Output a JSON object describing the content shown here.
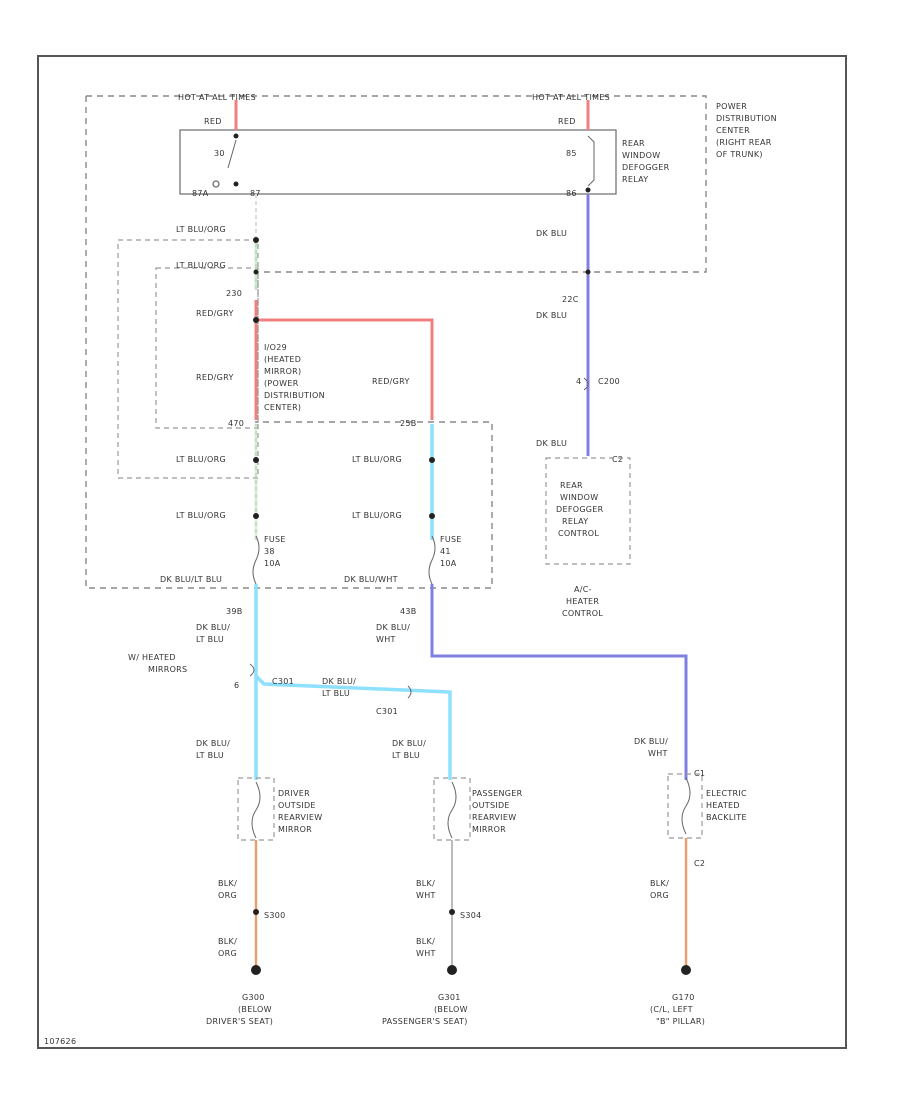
{
  "power_labels": {
    "left_hot": "HOT AT ALL TIMES",
    "right_hot": "HOT AT ALL TIMES",
    "pdc_title": [
      "POWER",
      "DISTRIBUTION",
      "CENTER",
      "(RIGHT REAR",
      "OF TRUNK)"
    ]
  },
  "relay": {
    "left_red": "RED",
    "right_red": "RED",
    "left_pin_top": "30",
    "left_pin_bottom": "87A",
    "left_pin_bottom2": "87",
    "right_pin_top": "85",
    "right_pin_bottom": "86",
    "name": [
      "REAR",
      "WINDOW",
      "DEFOGGER",
      "RELAY"
    ]
  },
  "left_wires": {
    "lt_blu_org_1": "LT BLU/ORG",
    "lt_blu_org_2": "LT BLU/ORG",
    "c_230": "230",
    "red_gry_1": "RED/GRY",
    "red_gry_2": "RED/GRY",
    "red_gry_3": "RED/GRY",
    "pdc_sub": [
      "I/O29",
      "(HEATED",
      "MIRROR)",
      "(POWER",
      "DISTRIBUTION",
      "CENTER)"
    ],
    "pin_470": "470",
    "pin_25b": "25B",
    "lt_blu_org_3": "LT BLU/ORG",
    "lt_blu_org_4": "LT BLU/ORG",
    "lt_blu_org_5": "LT BLU/ORG",
    "lt_blu_org_6": "LT BLU/ORG",
    "fuse_left": [
      "FUSE",
      "38",
      "10A"
    ],
    "fuse_right": [
      "FUSE",
      "41",
      "10A"
    ],
    "bottom_left_pin": "DK BLU/LT BLU",
    "bottom_right_pin": "DK BLU/WHT"
  },
  "right_wires": {
    "dk_blu_1": "DK BLU",
    "c_22c": "22C",
    "dk_blu_2": "DK BLU",
    "c200": "C200",
    "c200_pin": "4",
    "dk_blu_3": "DK BLU",
    "c2": "C2",
    "control": [
      "REAR",
      "WINDOW",
      "DEFOGGER",
      "RELAY",
      "CONTROL"
    ],
    "hvac": [
      "A/C-",
      "HEATER",
      "CONTROL"
    ]
  },
  "mid_section": {
    "s_39b": "39B",
    "dk_blu_lt_blu": [
      "DK BLU/",
      "LT BLU"
    ],
    "s_43b": "43B",
    "dk_blu_wht": [
      "DK BLU/",
      "WHT"
    ],
    "heated_mirrors": [
      "W/ HEATED",
      "MIRRORS"
    ],
    "pin_6": "6",
    "c301_a": "C301",
    "dk_blu_lt_blu_mid": [
      "DK BLU/",
      "LT BLU"
    ],
    "c301_b": "C301"
  },
  "components": {
    "driver_wire": [
      "DK BLU/",
      "LT BLU"
    ],
    "driver": [
      "DRIVER",
      "OUTSIDE",
      "REARVIEW",
      "MIRROR"
    ],
    "passenger_wire": [
      "DK BLU/",
      "LT BLU"
    ],
    "passenger": [
      "PASSENGER",
      "OUTSIDE",
      "REARVIEW",
      "MIRROR"
    ],
    "backlite_wire": [
      "DK BLU/",
      "WHT"
    ],
    "backlite": [
      "ELECTRIC",
      "HEATED",
      "BACKLITE"
    ],
    "backlite_pin": "C1",
    "backlite_pin2": "C2"
  },
  "grounds": {
    "blk_org_1": [
      "BLK/",
      "ORG"
    ],
    "s300": "S300",
    "blk_org_2": [
      "BLK/",
      "ORG"
    ],
    "blk_wht_1": [
      "BLK/",
      "WHT"
    ],
    "s304": "S304",
    "blk_wht_2": [
      "BLK/",
      "WHT"
    ],
    "blk_org_3": [
      "BLK/",
      "ORG"
    ],
    "g_left": [
      "G300",
      "(BELOW",
      "DRIVER'S SEAT)"
    ],
    "g_mid": [
      "G301",
      "(BELOW",
      "PASSENGER'S SEAT)"
    ],
    "g_right": [
      "G170",
      "(C/L, LEFT",
      "\"B\" PILLAR)"
    ]
  },
  "corner_id": "107626"
}
